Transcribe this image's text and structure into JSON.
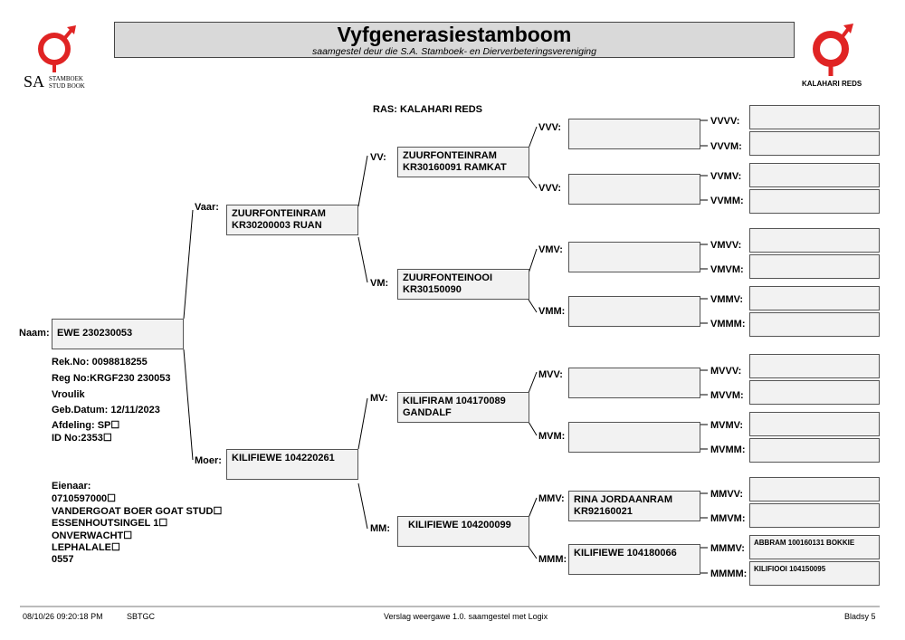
{
  "header": {
    "title": "Vyfgenerasiestamboom",
    "subtitle": "saamgestel deur die S.A. Stamboek- en Dierverbeteringsvereniging",
    "left_logo": {
      "letters": "SA",
      "line1": "STAMBOEK",
      "line2": "STUD BOOK",
      "color": "#e02424"
    },
    "right_logo": {
      "label": "KALAHARI REDS",
      "color": "#e02424"
    }
  },
  "breed": "RAS: KALAHARI REDS",
  "animal": {
    "label": "Naam:",
    "name": "EWE 230230053",
    "details": [
      "Rek.No: 0098818255",
      "Reg No:KRGF230 230053",
      "Vroulik",
      "Geb.Datum: 12/11/2023",
      "Afdeling: SP☐",
      "ID No:2353☐"
    ],
    "owner": [
      "Eienaar:",
      "0710597000☐",
      "VANDERGOAT BOER GOAT STUD☐",
      "ESSENHOUTSINGEL 1☐",
      "ONVERWACHT☐",
      "LEPHALALE☐",
      "0557"
    ]
  },
  "parents": {
    "sire": {
      "label": "Vaar:",
      "lines": [
        "ZUURFONTEINRAM",
        "KR30200003  RUAN"
      ]
    },
    "dam": {
      "label": "Moer:",
      "lines": [
        "KILIFIEWE 104220261"
      ]
    }
  },
  "grandparents": [
    {
      "label": "VV:",
      "lines": [
        "ZUURFONTEINRAM",
        "KR30160091 RAMKAT"
      ]
    },
    {
      "label": "VM:",
      "lines": [
        "ZUURFONTEINOOI",
        "KR30150090"
      ]
    },
    {
      "label": "MV:",
      "lines": [
        "KILIFIRAM 104170089",
        "GANDALF"
      ]
    },
    {
      "label": "MM:",
      "lines": [
        "KILIFIEWE 104200099"
      ]
    }
  ],
  "great_grandparents": [
    {
      "label": "VVV:",
      "lines": []
    },
    {
      "label": "VVV:",
      "lines": []
    },
    {
      "label": "VMV:",
      "lines": []
    },
    {
      "label": "VMM:",
      "lines": []
    },
    {
      "label": "MVV:",
      "lines": []
    },
    {
      "label": "MVM:",
      "lines": []
    },
    {
      "label": "MMV:",
      "lines": [
        "RINA JORDAANRAM",
        "KR92160021"
      ]
    },
    {
      "label": "MMM:",
      "lines": [
        "KILIFIEWE 104180066"
      ]
    }
  ],
  "great_great_grandparents": [
    {
      "label": "VVVV:",
      "text": ""
    },
    {
      "label": "VVVM:",
      "text": ""
    },
    {
      "label": "VVMV:",
      "text": ""
    },
    {
      "label": "VVMM:",
      "text": ""
    },
    {
      "label": "VMVV:",
      "text": ""
    },
    {
      "label": "VMVM:",
      "text": ""
    },
    {
      "label": "VMMV:",
      "text": ""
    },
    {
      "label": "VMMM:",
      "text": ""
    },
    {
      "label": "MVVV:",
      "text": ""
    },
    {
      "label": "MVVM:",
      "text": ""
    },
    {
      "label": "MVMV:",
      "text": ""
    },
    {
      "label": "MVMM:",
      "text": ""
    },
    {
      "label": "MMVV:",
      "text": ""
    },
    {
      "label": "MMVM:",
      "text": ""
    },
    {
      "label": "MMMV:",
      "text": "ABBRAM 100160131 BOKKIE"
    },
    {
      "label": "MMMM:",
      "text": "KILIFIOOI 104150095"
    }
  ],
  "footer": {
    "timestamp": "08/10/26 09:20:18 PM",
    "code": "SBTGC",
    "report": "Verslag weergawe 1.0. saamgestel met Logix",
    "page": "Bladsy 5"
  }
}
